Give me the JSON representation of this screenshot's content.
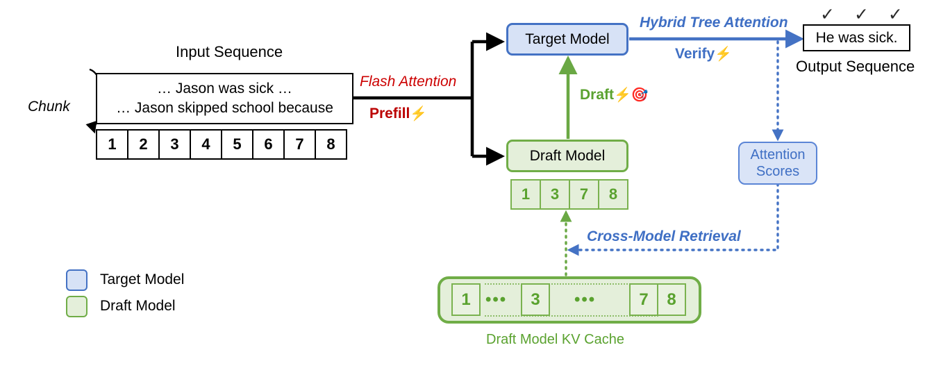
{
  "diagram": {
    "title_input": "Input Sequence",
    "chunk_label": "Chunk",
    "input_lines": [
      "… Jason was sick …",
      "… Jason skipped school because"
    ],
    "input_tokens": [
      "1",
      "2",
      "3",
      "4",
      "5",
      "6",
      "7",
      "8"
    ],
    "edge_prefill": {
      "top_label": "Flash Attention",
      "bottom_label": "Prefill",
      "bottom_icon": "⚡"
    },
    "target_model": {
      "label": "Target Model"
    },
    "draft_model": {
      "label": "Draft Model"
    },
    "draft_tokens": [
      "1",
      "3",
      "7",
      "8"
    ],
    "draft_edge": {
      "label": "Draft",
      "icon_bolt": "⚡",
      "icon_target": "🎯"
    },
    "verify_edge": {
      "top_label": "Hybrid Tree Attention",
      "bottom_label": "Verify",
      "bottom_icon": "⚡"
    },
    "attention_scores": {
      "line1": "Attention",
      "line2": "Scores"
    },
    "retrieval_edge": {
      "label": "Cross-Model Retrieval"
    },
    "kv_cache": {
      "caption": "Draft Model KV Cache",
      "cells": [
        "1",
        "3",
        "7",
        "8"
      ],
      "ellipsis": "•••"
    },
    "output": {
      "text": "He was sick.",
      "caption": "Output Sequence",
      "checks": [
        "✓",
        "✓",
        "✓"
      ]
    },
    "legend": [
      {
        "label": "Target Model",
        "swatch": "target"
      },
      {
        "label": "Draft Model",
        "swatch": "draft"
      }
    ],
    "colors": {
      "target_fill": "#d7e2f6",
      "target_border": "#4472c4",
      "draft_fill": "#e4efda",
      "draft_border": "#70ad47",
      "red": "#cc0000",
      "blue_text": "#3f6fc4",
      "green_text": "#5aa22f",
      "black": "#000000"
    }
  }
}
